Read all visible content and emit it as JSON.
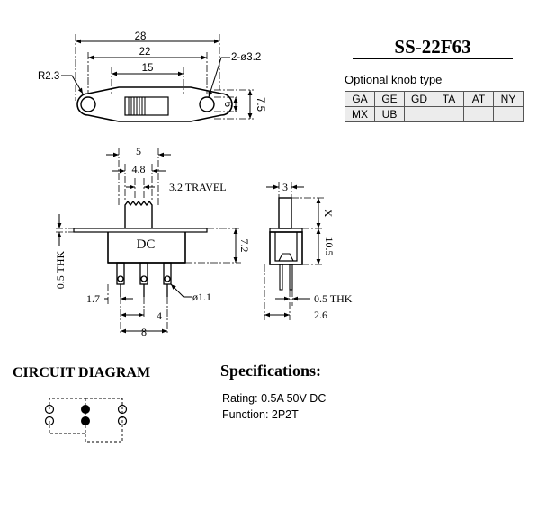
{
  "part_number": "SS-22F63",
  "knob": {
    "label": "Optional knob type",
    "rows": [
      [
        "GA",
        "GE",
        "GD",
        "TA",
        "AT",
        "NY"
      ],
      [
        "MX",
        "UB",
        "",
        "",
        "",
        ""
      ]
    ]
  },
  "top_view": {
    "dim_overall": "28",
    "dim_mount": "22",
    "dim_body": "15",
    "dim_radius": "R2.3",
    "dim_holes": "2-ø3.2",
    "dim_height_inner": "6",
    "dim_height_outer": "7.5"
  },
  "front_view": {
    "dim_knob": "5",
    "dim_knob_inner": "4.8",
    "dim_travel": "3.2 TRAVEL",
    "body_mark": "DC",
    "dim_body_height": "7.2",
    "dim_thickness": "0.5 THK",
    "dim_pin_offset": "1.7",
    "dim_pin_dia": "ø1.1",
    "dim_pin_pitch": "4",
    "dim_pin_span": "8"
  },
  "side_view": {
    "dim_knob_width": "3",
    "dim_knob_height": "X",
    "dim_body_height": "10.5",
    "dim_thickness": "0.5 THK",
    "dim_width": "2.6"
  },
  "circuit": {
    "title": "CIRCUIT DIAGRAM"
  },
  "specs": {
    "title": "Specifications:",
    "rating": "Rating: 0.5A 50V DC",
    "function": "Function: 2P2T"
  }
}
